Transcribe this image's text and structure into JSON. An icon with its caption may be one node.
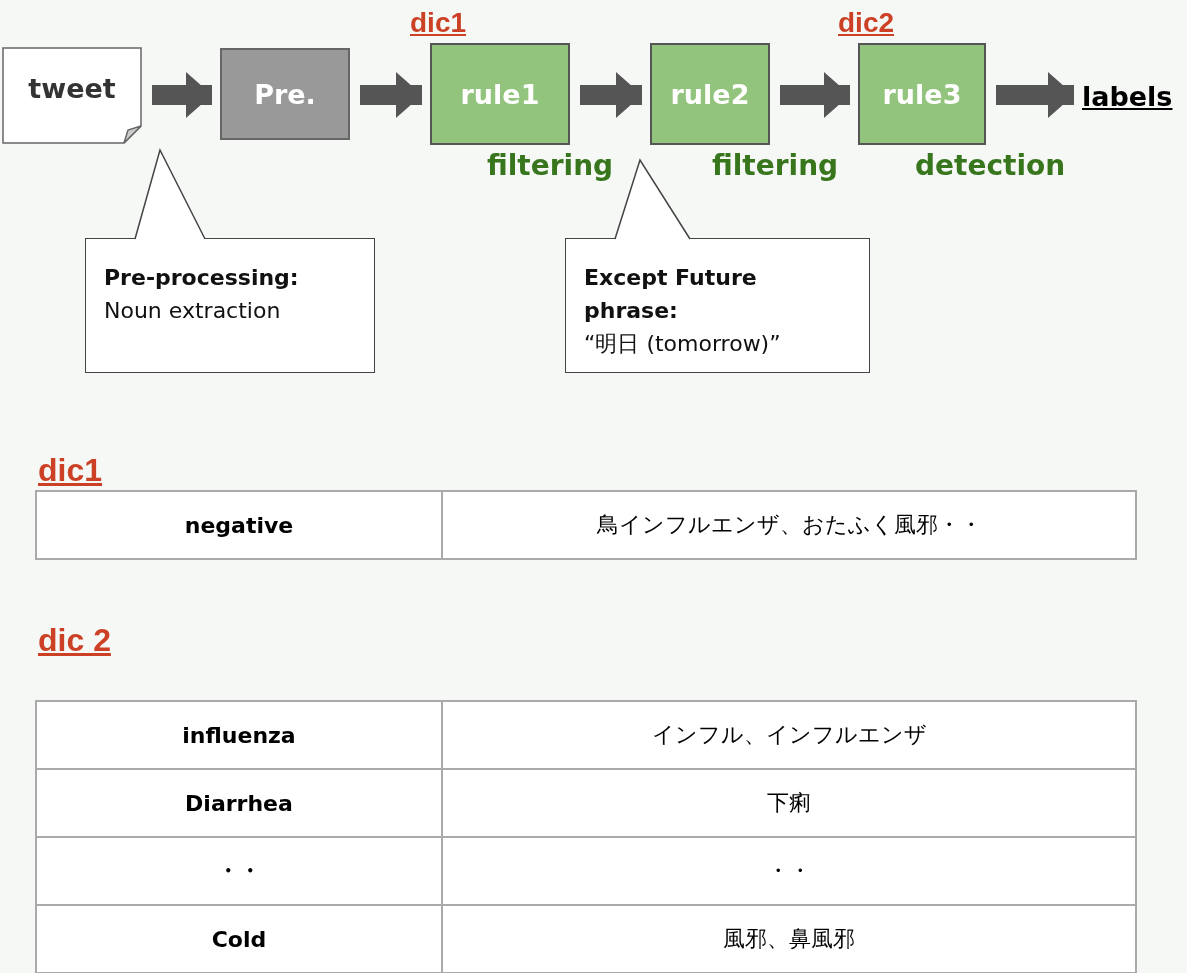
{
  "diagram": {
    "nodes": [
      {
        "text": [
          "tweet"
        ]
      },
      {
        "text": [
          "Pre."
        ]
      },
      {
        "text": [
          "rule1"
        ],
        "beside": [
          "dic1",
          "filtering"
        ]
      },
      {
        "text": [
          "rule2"
        ],
        "beside": [
          "filtering"
        ]
      },
      {
        "text": [
          "rule3"
        ],
        "beside": [
          "dic2",
          "detection"
        ]
      },
      {
        "text": [
          "labels"
        ]
      },
      {
        "text": [
          "Pre-processing:",
          "Noun extraction"
        ]
      },
      {
        "text": [
          "Except Future phrase:",
          "“明日 (tomorrow)”"
        ]
      }
    ],
    "edges": [
      {
        "from": 0,
        "to": 1,
        "arrow": "to"
      },
      {
        "from": 1,
        "to": 2,
        "arrow": "to"
      },
      {
        "from": 2,
        "to": 3,
        "arrow": "to"
      },
      {
        "from": 3,
        "to": 4,
        "arrow": "to"
      },
      {
        "from": 4,
        "to": 5,
        "arrow": "to"
      },
      {
        "from": 6,
        "to": null,
        "arrow": "none"
      },
      {
        "from": 7,
        "to": null,
        "arrow": "none"
      }
    ],
    "labels": [
      "dic1",
      "negative",
      "鳥インフルエンザ、おたふく風邪・・",
      "dic 2",
      "influenza",
      "インフル、インフルエンザ",
      "Diarrhea",
      "下痢",
      "・・",
      "・・",
      "Cold",
      "風邪、鼻風邪"
    ]
  }
}
